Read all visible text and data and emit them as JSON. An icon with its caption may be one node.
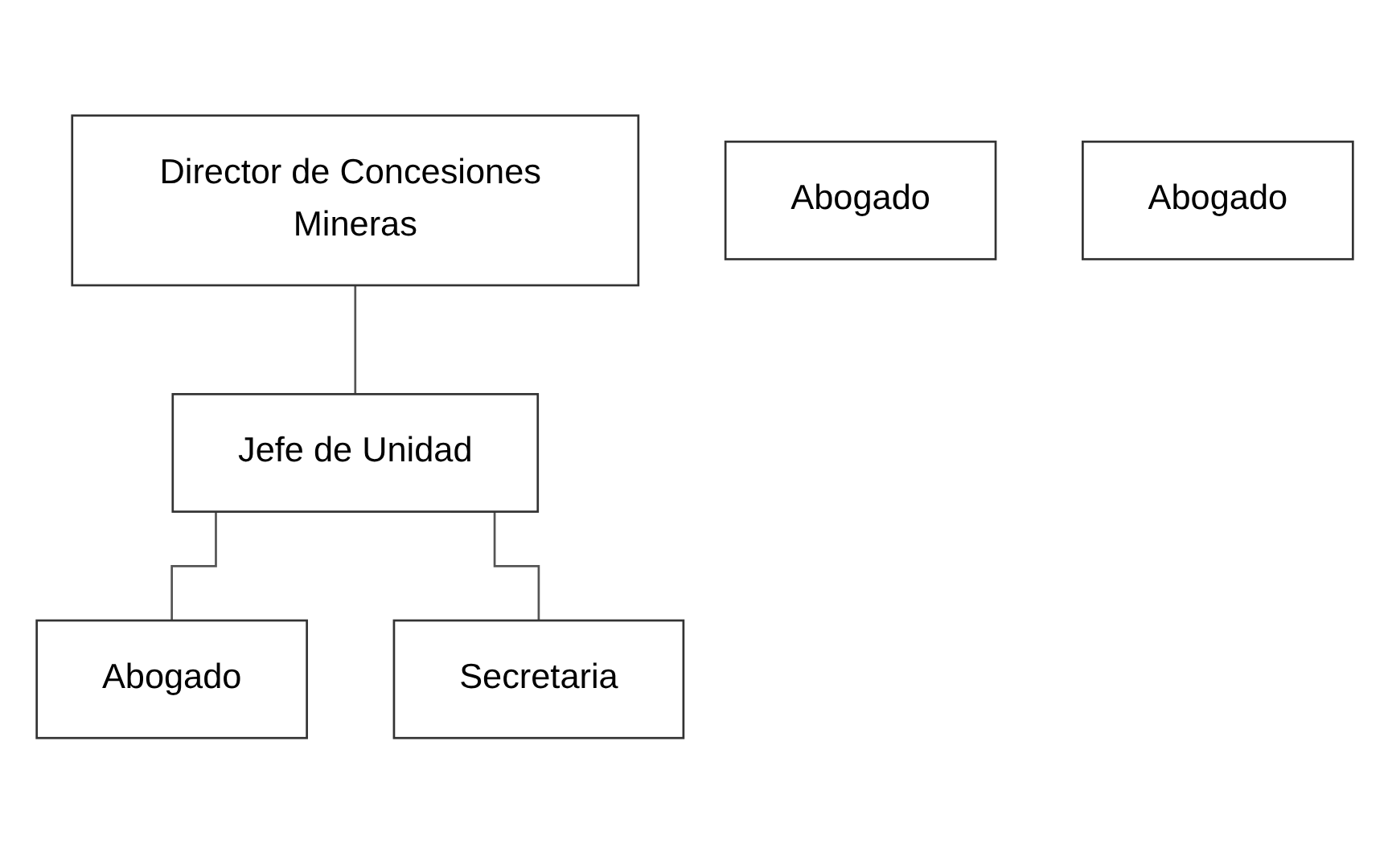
{
  "diagram": {
    "nodes": [
      {
        "text": [
          "Director de Concesiones Mineras"
        ]
      },
      {
        "text": [
          "Jefe de Unidad"
        ]
      },
      {
        "text": [
          "Abogado"
        ]
      },
      {
        "text": [
          "Abogado"
        ]
      },
      {
        "text": [
          "Abogado"
        ]
      },
      {
        "text": [
          "Secretaria"
        ]
      }
    ],
    "edges": [
      {
        "from": 0,
        "to": 1,
        "arrow": "none"
      },
      {
        "from": 1,
        "to": 2,
        "arrow": "none"
      },
      {
        "from": 1,
        "to": 5,
        "arrow": "none"
      }
    ]
  }
}
